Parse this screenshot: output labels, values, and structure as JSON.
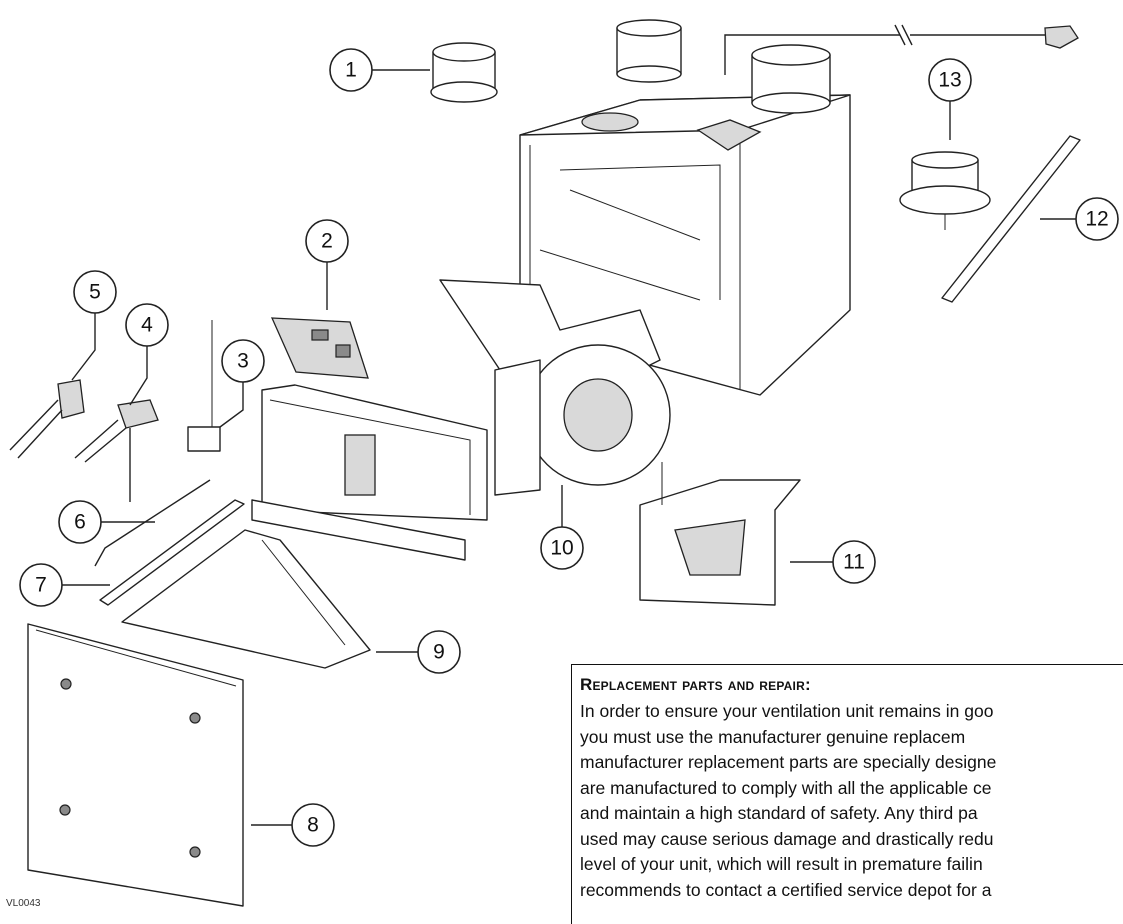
{
  "diagram": {
    "drawing_code": "VL0043",
    "callouts": [
      "1",
      "2",
      "3",
      "4",
      "5",
      "6",
      "7",
      "8",
      "9",
      "10",
      "11",
      "12",
      "13"
    ],
    "notice": {
      "title": "Replacement parts and repair:",
      "lines": [
        "In order to ensure your ventilation unit remains in goo",
        "you must use the manufacturer genuine replacem",
        "manufacturer replacement parts are specially designe",
        "are manufactured to comply with all the applicable ce",
        "and maintain a high standard of safety. Any third pa",
        "used may cause serious damage and drastically redu",
        "level of your unit, which will result in premature failin",
        "recommends to contact a certified service depot for a"
      ]
    }
  }
}
